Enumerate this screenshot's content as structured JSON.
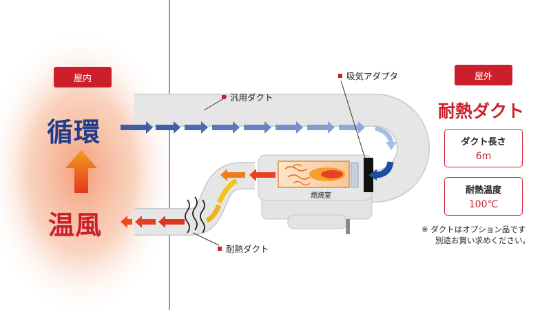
{
  "colors": {
    "accent": "#cc1f2b",
    "navy": "#1f3d8a",
    "duct": "#e4e4e4",
    "duct_border": "#c9c9c9"
  },
  "indoor": {
    "tag": "屋内",
    "circulation": "循環",
    "warm_air": "温風"
  },
  "outdoor": {
    "tag": "屋外",
    "heading": "耐熱ダクト",
    "specs": [
      {
        "label": "ダクト長さ",
        "value": "6m"
      },
      {
        "label": "耐熱温度",
        "value": "100℃"
      }
    ],
    "note_line1": "※ ダクトはオプション品です",
    "note_line2": "別途お買い求めください。"
  },
  "labels": {
    "general_duct": "汎用ダクト",
    "intake_adapter": "吸気アダプタ",
    "heat_duct": "耐熱ダクト",
    "combustion_chamber": "燃焼室"
  }
}
